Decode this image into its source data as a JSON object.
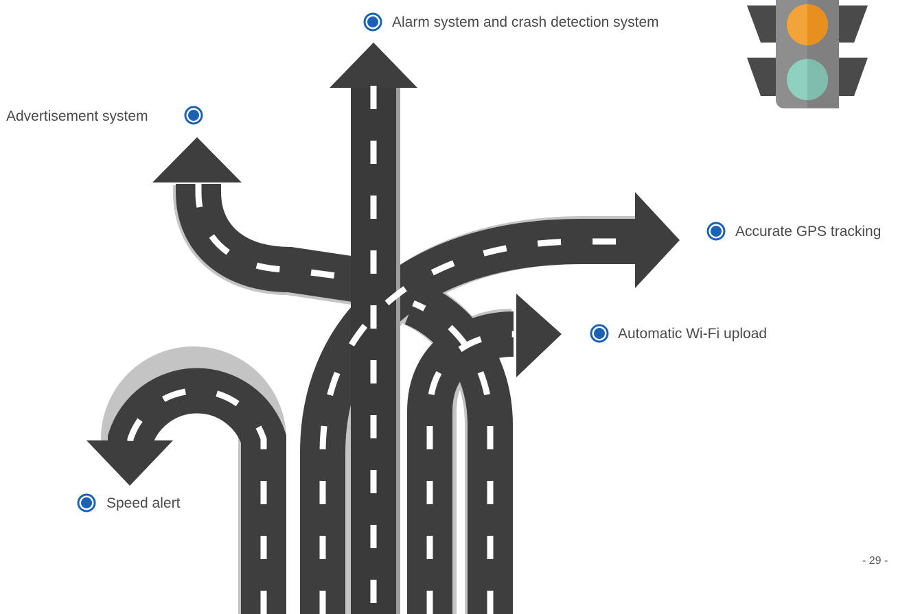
{
  "diagram": {
    "labels": {
      "alarm": "Alarm system and crash detection system",
      "advertisement": "Advertisement system",
      "gps": "Accurate GPS tracking",
      "wifi": "Automatic Wi-Fi upload",
      "speed": "Speed alert"
    },
    "page_number": "- 29 -"
  },
  "colors": {
    "road": "#3e3e3e",
    "road_dark": "#2c2c2c",
    "road_shadow": "#bdbdbd",
    "lane_marking": "#ffffff",
    "bullet": "#1a62b4",
    "traffic_light_body": "#8e8e8e",
    "traffic_light_wing": "#4a4a4a",
    "light_orange": "#f2a33a",
    "light_green": "#8fd1bf"
  },
  "icons": {
    "roads": "road-arrows-illustration",
    "traffic_light": "traffic-light-icon",
    "bullet": "circle-bullet-icon"
  }
}
